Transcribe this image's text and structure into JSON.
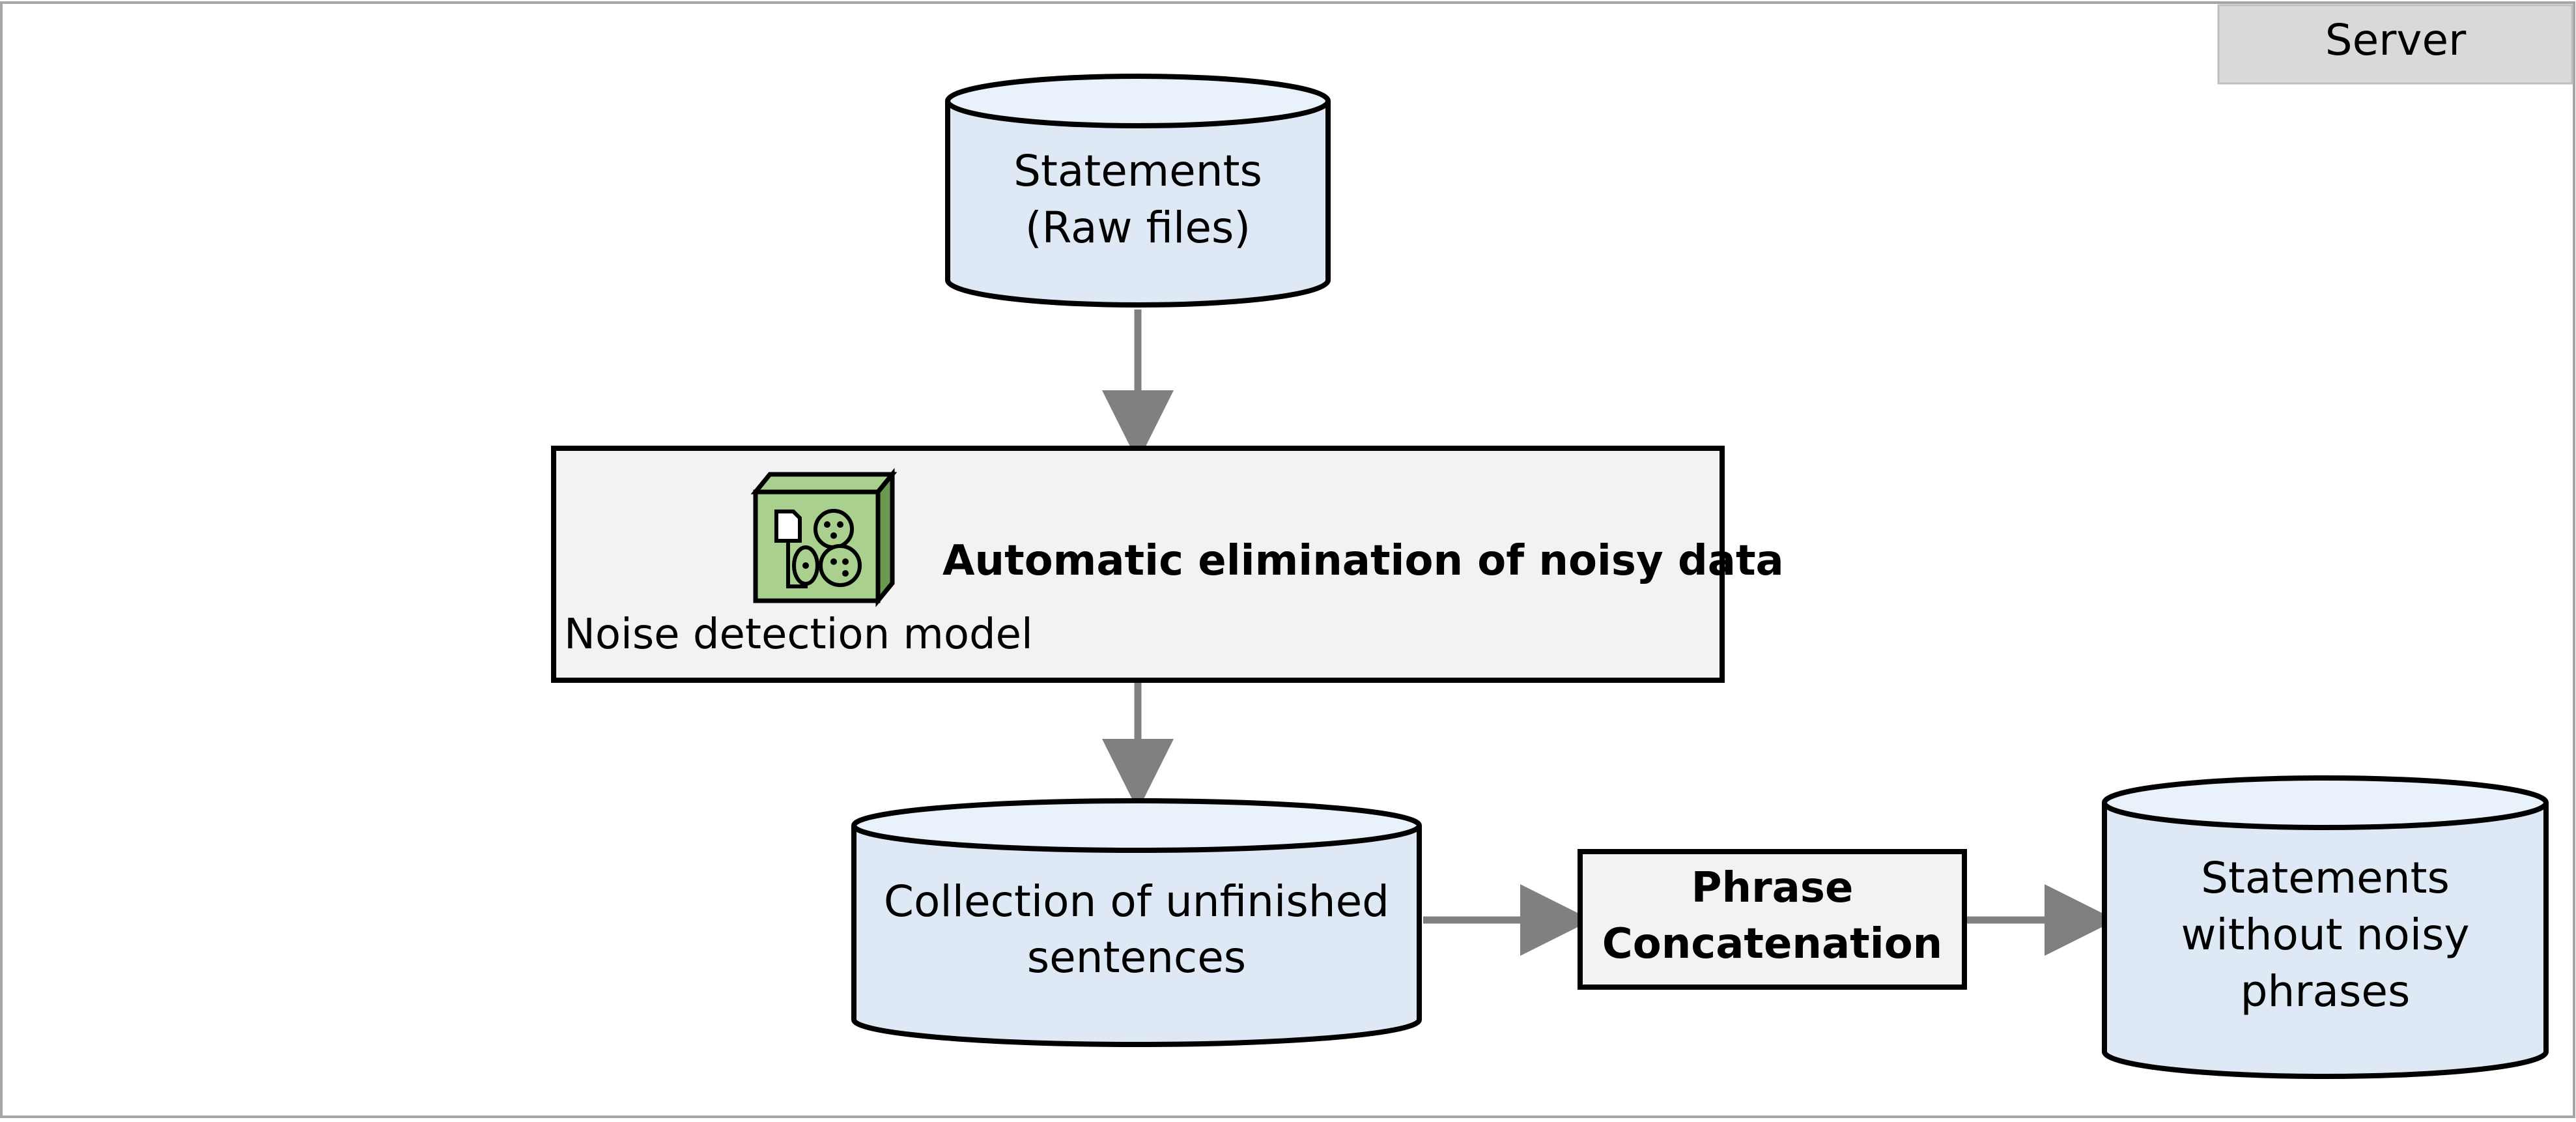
{
  "server_label": "Server",
  "statements_raw": {
    "line1": "Statements",
    "line2": "(Raw files)"
  },
  "noise_process": {
    "title": "Automatic elimination of noisy data",
    "model_label": "Noise detection model"
  },
  "unfinished": {
    "line1": "Collection of unfinished",
    "line2": "sentences"
  },
  "phrase_concat": {
    "line1": "Phrase",
    "line2": "Concatenation"
  },
  "clean_statements": {
    "line1": "Statements",
    "line2": "without noisy",
    "line3": "phrases"
  },
  "colors": {
    "cylinder_fill": "#dfe9f5",
    "cylinder_top": "#e9f1fa",
    "process_fill": "#f2f2f2",
    "server_tab": "#d9d9d9",
    "arrow": "#808080",
    "frame": "#a6a6a6",
    "icon_green": "#a9d08e",
    "icon_dark_green": "#6a9a4f"
  }
}
